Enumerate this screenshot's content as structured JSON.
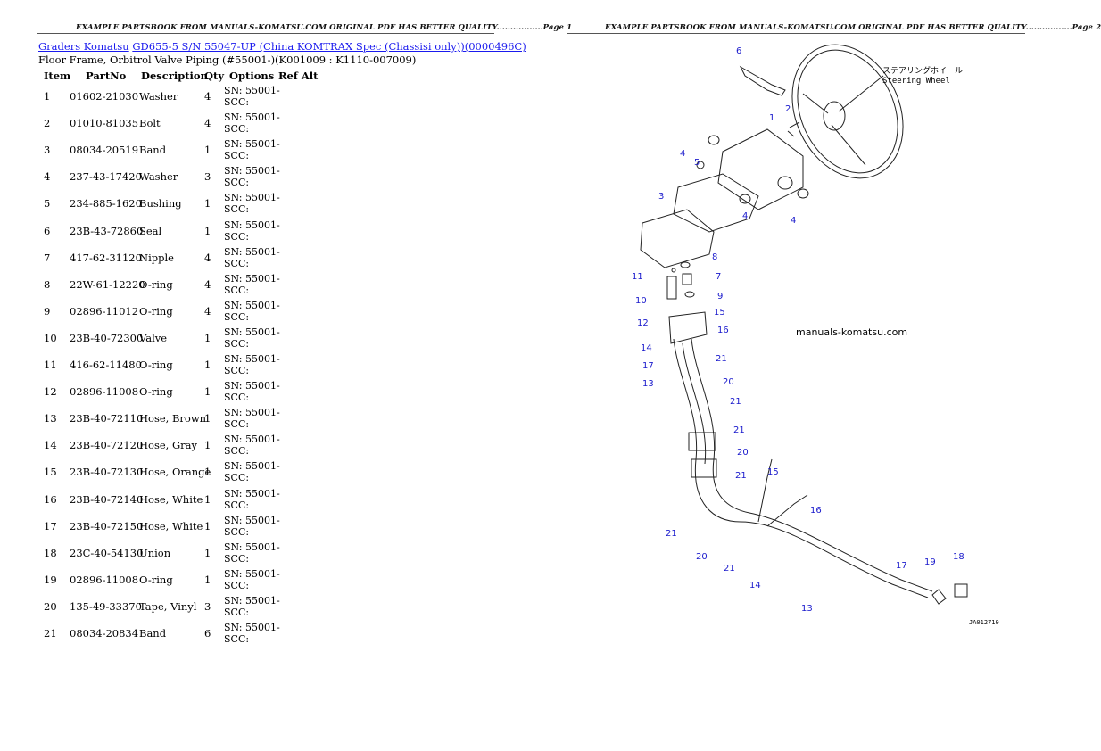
{
  "header": {
    "left": "EXAMPLE PARTSBOOK FROM MANUALS-KOMATSU.COM ORIGINAL PDF HAS BETTER QUALITY.................Page 1",
    "right": "EXAMPLE PARTSBOOK FROM MANUALS-KOMATSU.COM ORIGINAL PDF HAS BETTER QUALITY.................Page 2"
  },
  "breadcrumb": {
    "link1": "Graders Komatsu",
    "link2": "GD655-5 S/N 55047-UP (China KOMTRAX Spec (Chassisi only))(0000496C)"
  },
  "subtitle": "Floor Frame, Orbitrol Valve Piping (#55001-)(K001009 : K1110-007009)",
  "table": {
    "headers": {
      "item": "Item",
      "partno": "PartNo",
      "description": "Description",
      "qty": "Qty",
      "options": "Options",
      "refalt": "Ref Alt"
    },
    "rows": [
      {
        "item": "1",
        "partno": "01602-21030",
        "description": "Washer",
        "qty": "4",
        "options": "SN: 55001- SCC:"
      },
      {
        "item": "2",
        "partno": "01010-81035",
        "description": "Bolt",
        "qty": "4",
        "options": "SN: 55001- SCC:"
      },
      {
        "item": "3",
        "partno": "08034-20519",
        "description": "Band",
        "qty": "1",
        "options": "SN: 55001- SCC:"
      },
      {
        "item": "4",
        "partno": "237-43-17420",
        "description": "Washer",
        "qty": "3",
        "options": "SN: 55001- SCC:"
      },
      {
        "item": "5",
        "partno": "234-885-1620",
        "description": "Bushing",
        "qty": "1",
        "options": "SN: 55001- SCC:"
      },
      {
        "item": "6",
        "partno": "23B-43-72860",
        "description": "Seal",
        "qty": "1",
        "options": "SN: 55001- SCC:"
      },
      {
        "item": "7",
        "partno": "417-62-31120",
        "description": "Nipple",
        "qty": "4",
        "options": "SN: 55001- SCC:"
      },
      {
        "item": "8",
        "partno": "22W-61-12220",
        "description": "O-ring",
        "qty": "4",
        "options": "SN: 55001- SCC:"
      },
      {
        "item": "9",
        "partno": "02896-11012",
        "description": "O-ring",
        "qty": "4",
        "options": "SN: 55001- SCC:"
      },
      {
        "item": "10",
        "partno": "23B-40-72300",
        "description": "Valve",
        "qty": "1",
        "options": "SN: 55001- SCC:"
      },
      {
        "item": "11",
        "partno": "416-62-11480",
        "description": "O-ring",
        "qty": "1",
        "options": "SN: 55001- SCC:"
      },
      {
        "item": "12",
        "partno": "02896-11008",
        "description": "O-ring",
        "qty": "1",
        "options": "SN: 55001- SCC:"
      },
      {
        "item": "13",
        "partno": "23B-40-72110",
        "description": "Hose, Brown",
        "qty": "1",
        "options": "SN: 55001- SCC:"
      },
      {
        "item": "14",
        "partno": "23B-40-72120",
        "description": "Hose, Gray",
        "qty": "1",
        "options": "SN: 55001- SCC:"
      },
      {
        "item": "15",
        "partno": "23B-40-72130",
        "description": "Hose, Orange",
        "qty": "1",
        "options": "SN: 55001- SCC:"
      },
      {
        "item": "16",
        "partno": "23B-40-72140",
        "description": "Hose, White",
        "qty": "1",
        "options": "SN: 55001- SCC:"
      },
      {
        "item": "17",
        "partno": "23B-40-72150",
        "description": "Hose, White",
        "qty": "1",
        "options": "SN: 55001- SCC:"
      },
      {
        "item": "18",
        "partno": "23C-40-54130",
        "description": "Union",
        "qty": "1",
        "options": "SN: 55001- SCC:"
      },
      {
        "item": "19",
        "partno": "02896-11008",
        "description": "O-ring",
        "qty": "1",
        "options": "SN: 55001- SCC:"
      },
      {
        "item": "20",
        "partno": "135-49-33370",
        "description": "Tape, Vinyl",
        "qty": "3",
        "options": "SN: 55001- SCC:"
      },
      {
        "item": "21",
        "partno": "08034-20834",
        "description": "Band",
        "qty": "6",
        "options": "SN: 55001- SCC:"
      }
    ]
  },
  "diagram": {
    "watermark": "manuals-komatsu.com",
    "jp_label": "ステアリングホイール",
    "en_label": "Steering Wheel",
    "figure_code": "JA012710",
    "callouts": [
      "6",
      "1",
      "2",
      "4",
      "5",
      "3",
      "4",
      "4",
      "8",
      "11",
      "7",
      "10",
      "9",
      "12",
      "15",
      "14",
      "16",
      "17",
      "21",
      "13",
      "20",
      "21",
      "21",
      "20",
      "21",
      "15",
      "16",
      "21",
      "20",
      "21",
      "14",
      "13",
      "17",
      "19",
      "18"
    ]
  },
  "colors": {
    "link": "#1a1aee",
    "callout": "#1a1acc"
  }
}
